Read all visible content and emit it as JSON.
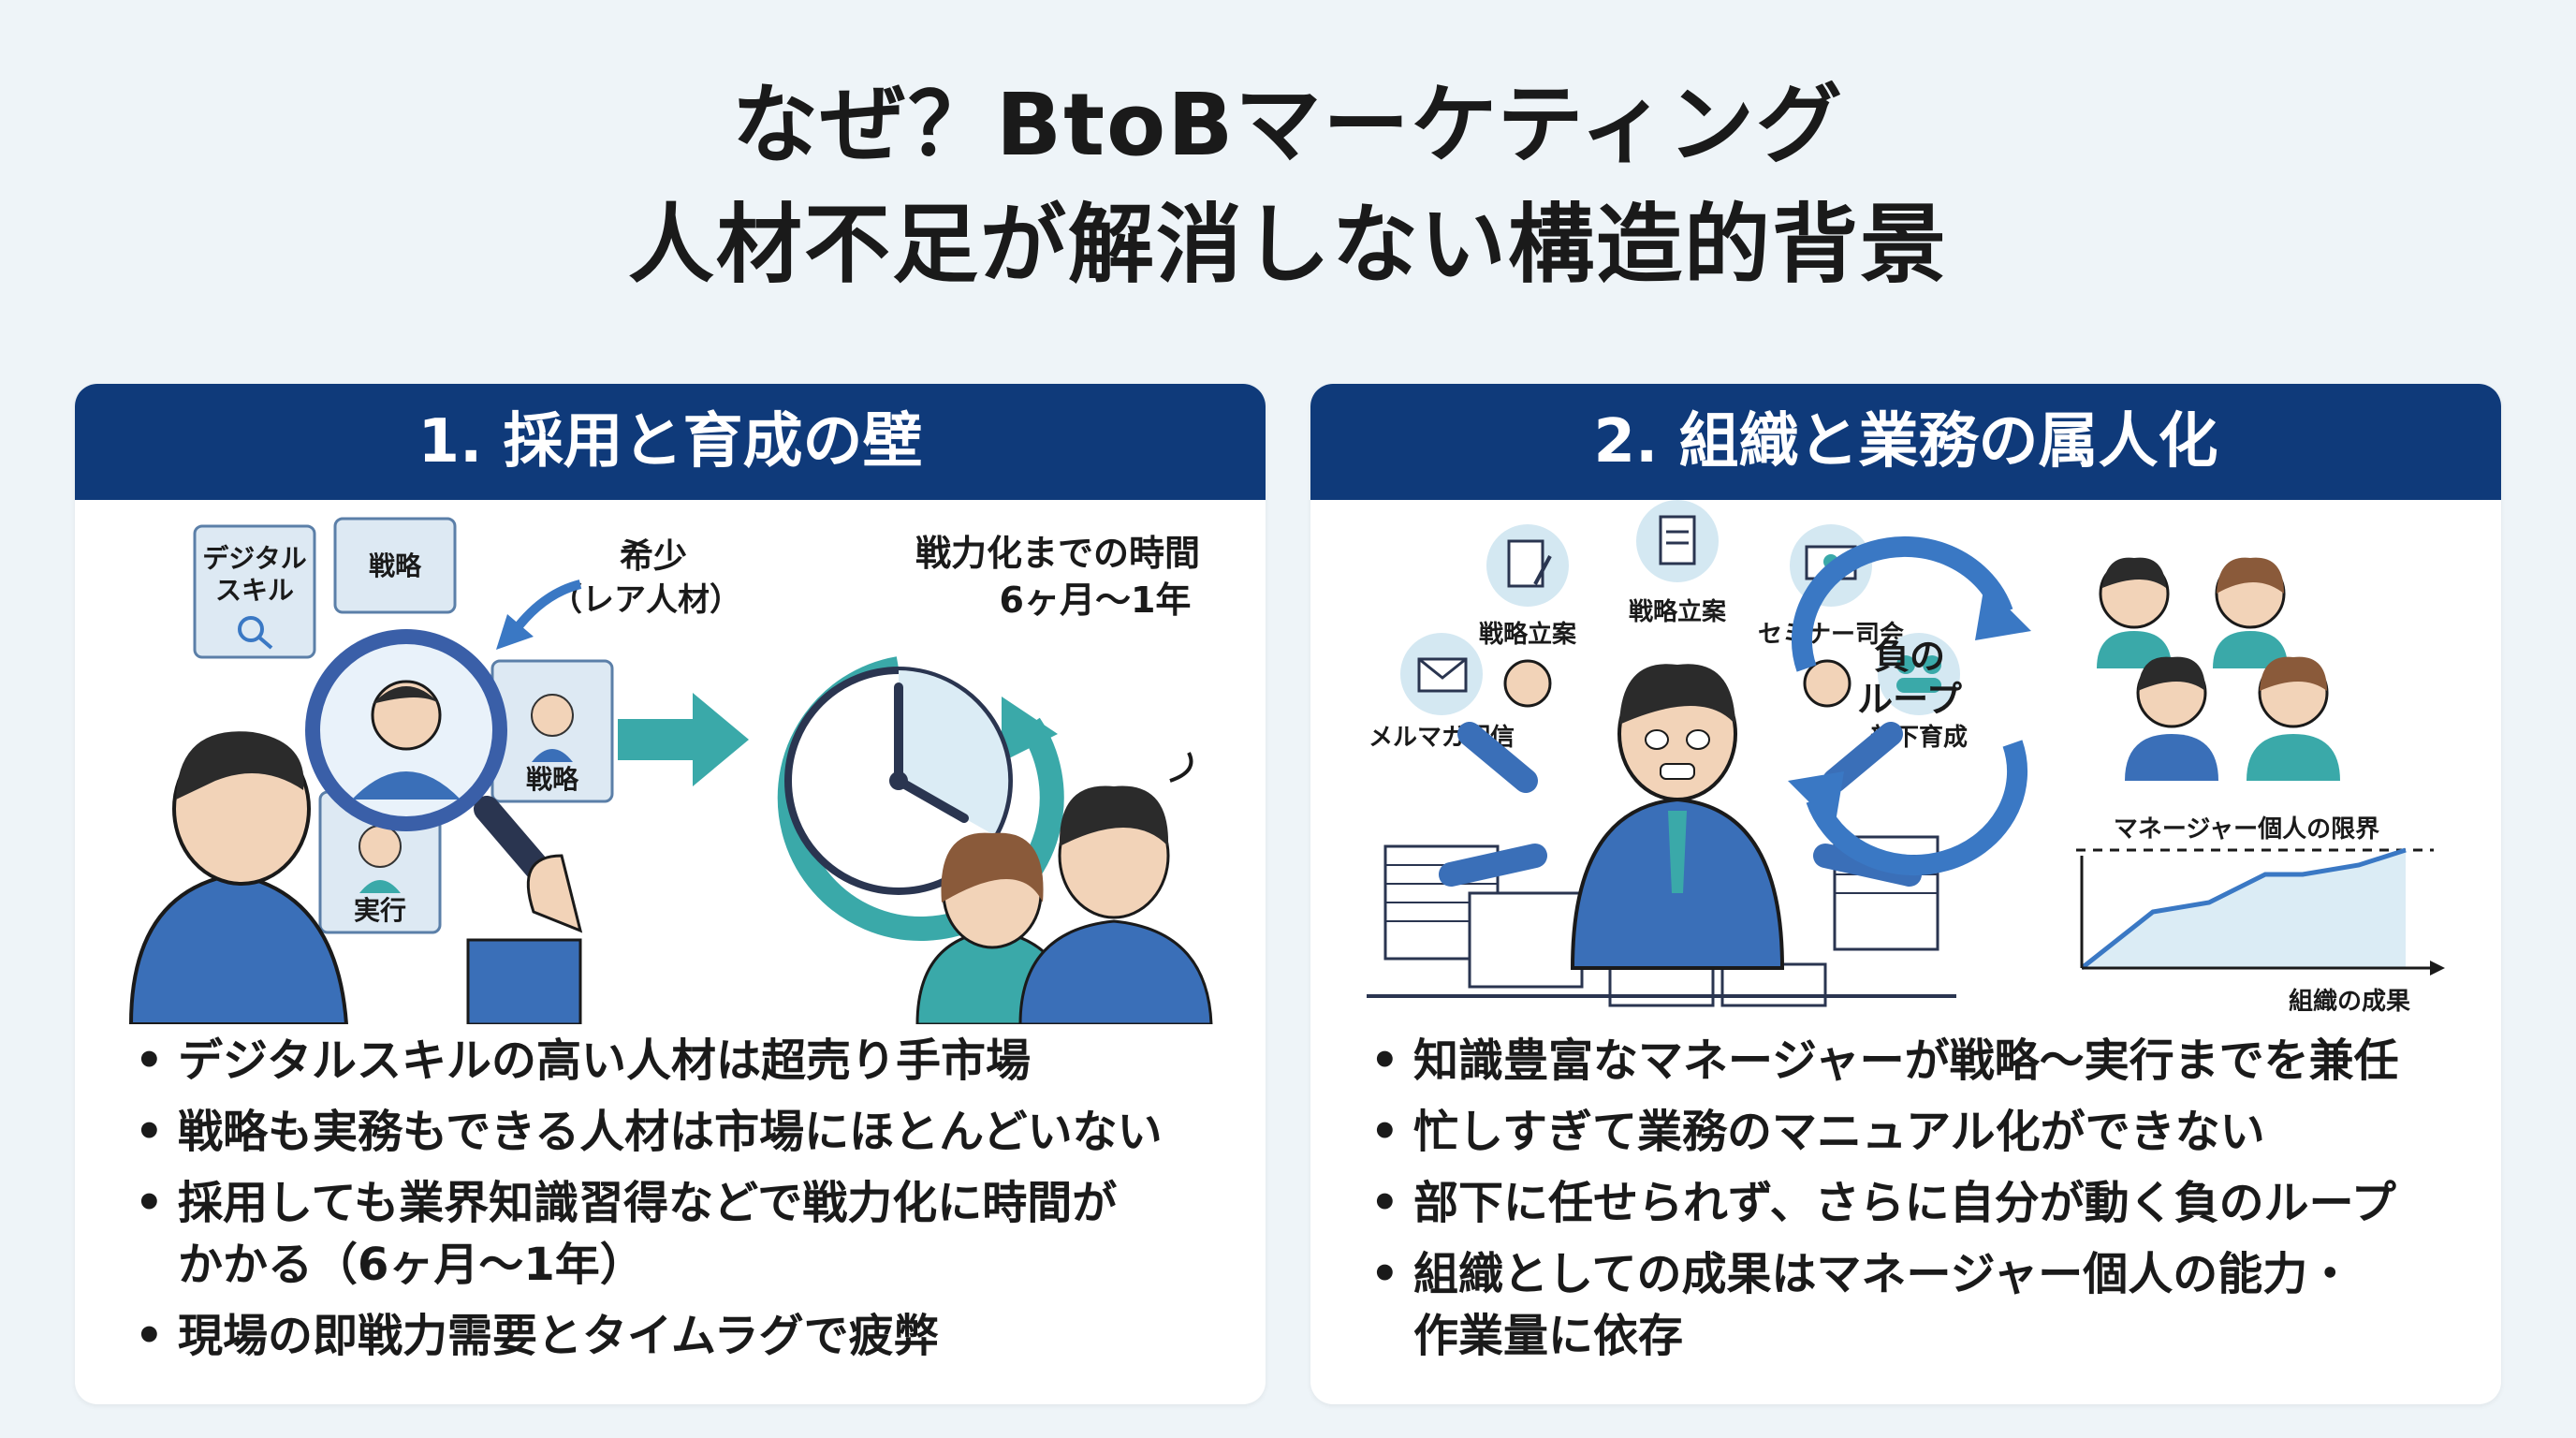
{
  "title": {
    "line1": "なぜ？BtoBマーケティング",
    "line2": "人材不足が解消しない構造的背景"
  },
  "panels": [
    {
      "header": "1. 採用と育成の壁",
      "illustration": {
        "cards": [
          "デジタル\nスキル",
          "戦略",
          "戦略",
          "実行"
        ],
        "card_lines": {
          "digital_1": "デジタル",
          "digital_2": "スキル",
          "senryaku": "戦略",
          "jikko": "実行"
        },
        "rare_1": "希少",
        "rare_2": "（レア人材）",
        "time_1": "戦力化までの時間",
        "time_2": "6ヶ月〜1年",
        "icons": [
          "magnifier-icon",
          "arrow-right-icon",
          "clock-icon"
        ]
      },
      "bullets": [
        "デジタルスキルの高い人材は超売り手市場",
        "戦略も実務もできる人材は市場にほとんどいない",
        "採用しても業界知識習得などで戦力化に時間が",
        "かかる（6ヶ月〜1年）",
        "現場の即戦力需要とタイムラグで疲弊"
      ]
    },
    {
      "header": "2. 組織と業務の属人化",
      "illustration": {
        "tasks": [
          "戦略立案",
          "戦略立案",
          "セミナー司会",
          "メルマガ配信",
          "部下育成"
        ],
        "loop_1": "負の",
        "loop_2": "ループ",
        "chart_limit": "マネージャー個人の限界",
        "chart_xlabel": "組織の成果",
        "icons": [
          "document-edit-icon",
          "document-icon",
          "monitor-icon",
          "mail-icon",
          "team-icon",
          "loop-arrows-icon"
        ]
      },
      "bullets": [
        "知識豊富なマネージャーが戦略〜実行までを兼任",
        "忙しすぎて業務のマニュアル化ができない",
        "部下に任せられず、さらに自分が動く負のループ",
        "組織としての成果はマネージャー個人の能力・",
        "作業量に依存"
      ]
    }
  ],
  "colors": {
    "header": "#0f3a7a",
    "accent_blue": "#3a78c4",
    "teal": "#3aa9a9",
    "background": "#eef4f8"
  }
}
